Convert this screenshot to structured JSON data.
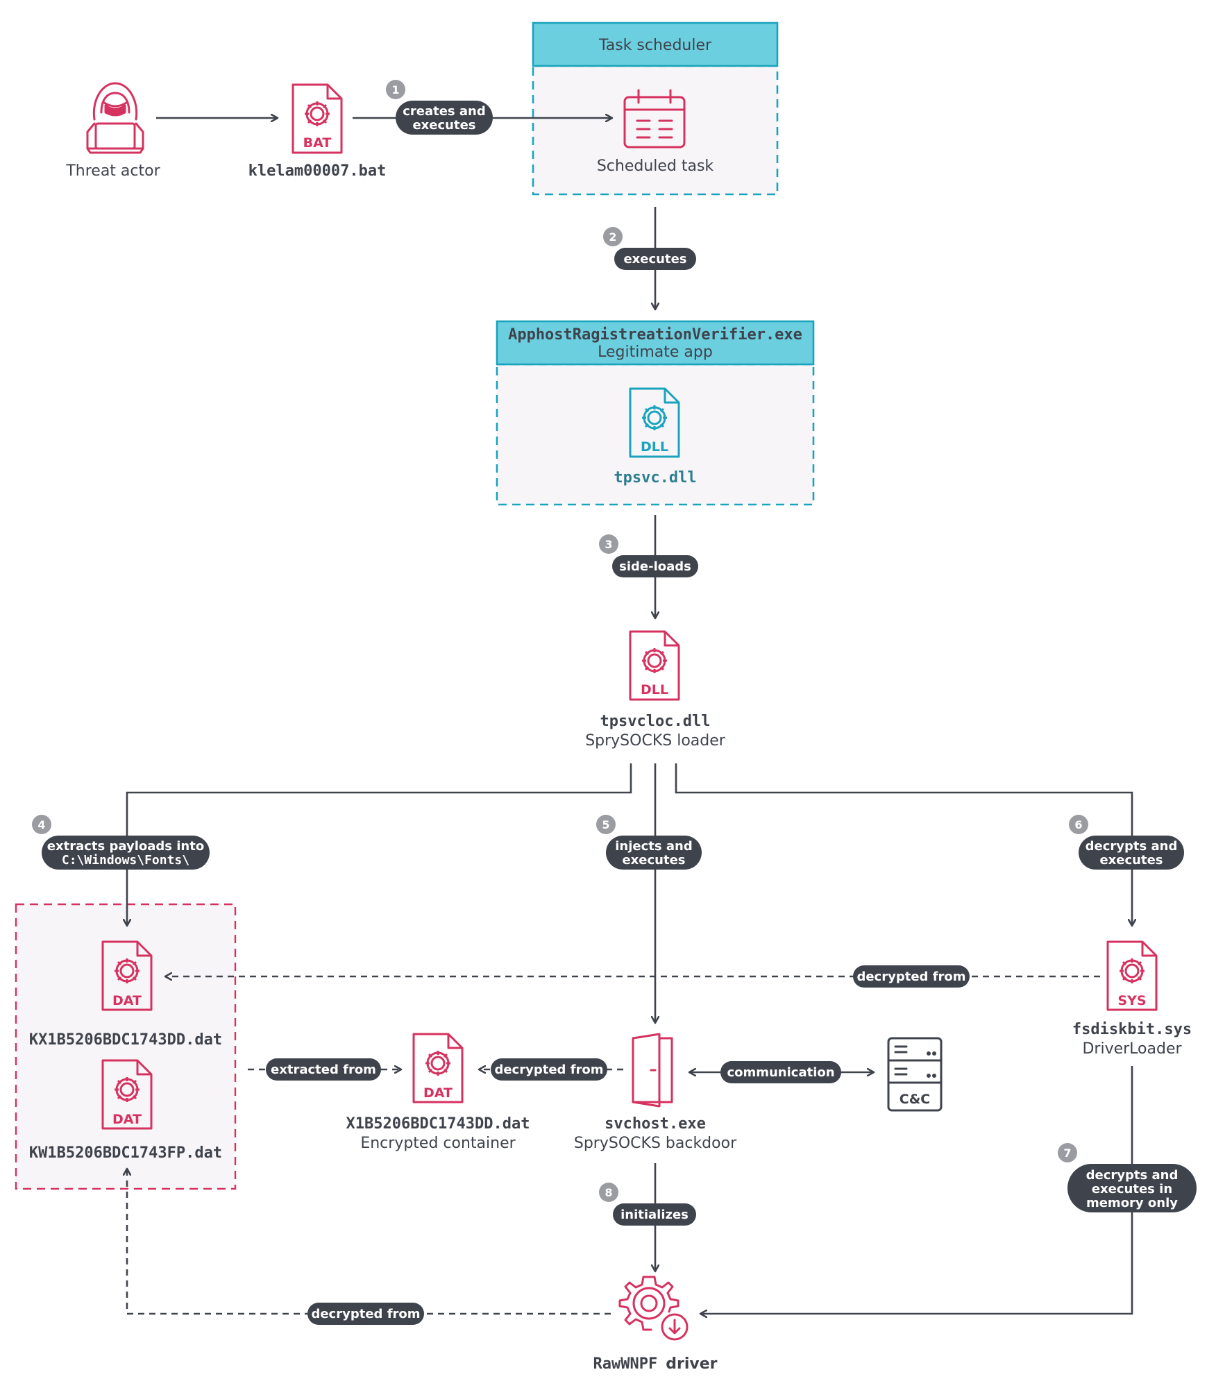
{
  "colors": {
    "pink": "#d6325f",
    "teal": "#1aa3bd",
    "dark": "#3f434c",
    "badge": "#9a9ca1",
    "box_fill": "#f7f5f8"
  },
  "nodes": {
    "threat_actor": {
      "label": "Threat actor",
      "icon": "hacker-icon"
    },
    "bat_file": {
      "label": "klelam00007.bat",
      "badge": "BAT",
      "icon": "bat-file-icon"
    },
    "task_scheduler": {
      "header": "Task scheduler",
      "label": "Scheduled task",
      "icon": "calendar-icon"
    },
    "legit_app": {
      "header_line1": "ApphostRagistreationVerifier.exe",
      "header_line2": "Legitimate app",
      "label": "tpsvc.dll",
      "badge": "DLL",
      "icon": "dll-file-icon"
    },
    "loader": {
      "line1": "tpsvcloc.dll",
      "line2": "SprySOCKS loader",
      "badge": "DLL",
      "icon": "dll-file-icon"
    },
    "fonts_kx": {
      "label": "KX1B5206BDC1743DD.dat",
      "badge": "DAT",
      "icon": "dat-file-icon"
    },
    "fonts_kw": {
      "label": "KW1B5206BDC1743FP.dat",
      "badge": "DAT",
      "icon": "dat-file-icon"
    },
    "container": {
      "line1": "X1B5206BDC1743DD.dat",
      "line2": "Encrypted container",
      "badge": "DAT",
      "icon": "dat-file-icon"
    },
    "backdoor": {
      "line1": "svchost.exe",
      "line2": "SprySOCKS backdoor",
      "icon": "door-icon"
    },
    "cnc": {
      "badge": "C&C",
      "icon": "server-icon"
    },
    "driver_loader": {
      "line1": "fsdiskbit.sys",
      "line2": "DriverLoader",
      "badge": "SYS",
      "icon": "sys-file-icon"
    },
    "rawwnpf": {
      "line1": "RawWNPF",
      "line2": "driver",
      "icon": "gear-download-icon"
    }
  },
  "edges": {
    "e1": {
      "num": "1",
      "line1": "creates and",
      "line2": "executes"
    },
    "e2": {
      "num": "2",
      "label": "executes"
    },
    "e3": {
      "num": "3",
      "label": "side-loads"
    },
    "e4": {
      "num": "4",
      "line1": "extracts payloads into",
      "line2": "C:\\Windows\\Fonts\\"
    },
    "e5": {
      "num": "5",
      "line1": "injects and",
      "line2": "executes"
    },
    "e6": {
      "num": "6",
      "line1": "decrypts and",
      "line2": "executes"
    },
    "e7": {
      "num": "7",
      "line1": "decrypts and",
      "line2": "executes in",
      "line3": "memory only"
    },
    "e8": {
      "num": "8",
      "label": "initializes"
    },
    "decrypted_from_sys": {
      "label": "decrypted from"
    },
    "extracted_from": {
      "label": "extracted from"
    },
    "decrypted_from_svc": {
      "label": "decrypted from"
    },
    "communication": {
      "label": "communication"
    },
    "decrypted_from_driver": {
      "label": "decrypted from"
    }
  }
}
